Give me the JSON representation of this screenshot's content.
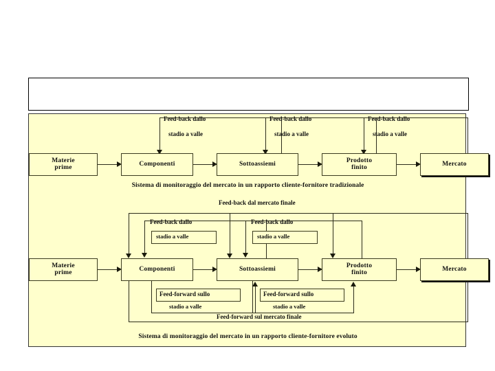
{
  "slide": {
    "title": "",
    "background_color": "#ffffff",
    "panel_color": "#ffffcc",
    "border_color": "#3a3a1e"
  },
  "diagram_top": {
    "caption": "Sistema di monitoraggio del mercato in un rapporto cliente-fornitore tradizionale",
    "stages": [
      {
        "label_line1": "Materie",
        "label_line2": "prime"
      },
      {
        "label_line1": "Componenti",
        "label_line2": ""
      },
      {
        "label_line1": "Sottoassiemi",
        "label_line2": ""
      },
      {
        "label_line1": "Prodotto",
        "label_line2": "finito"
      },
      {
        "label_line1": "Mercato",
        "label_line2": ""
      }
    ],
    "feedbacks": [
      {
        "line1": "Feed-back dallo",
        "line2": "stadio a valle"
      },
      {
        "line1": "Feed-back dallo",
        "line2": "stadio a valle"
      },
      {
        "line1": "Feed-back dallo",
        "line2": "stadio a valle"
      }
    ]
  },
  "diagram_bottom": {
    "caption": "Sistema di monitoraggio del mercato in un rapporto cliente-fornitore evoluto",
    "market_feedback_label": "Feed-back dal mercato finale",
    "market_feedforward_label": "Feed-forward sul mercato finale",
    "stages": [
      {
        "label_line1": "Materie",
        "label_line2": "prime"
      },
      {
        "label_line1": "Componenti",
        "label_line2": ""
      },
      {
        "label_line1": "Sottoassiemi",
        "label_line2": ""
      },
      {
        "label_line1": "Prodotto",
        "label_line2": "finito"
      },
      {
        "label_line1": "Mercato",
        "label_line2": ""
      }
    ],
    "feedbacks": [
      {
        "line1": "Feed-back dallo",
        "line2": "stadio a valle"
      },
      {
        "line1": "Feed-back dallo",
        "line2": "stadio a valle"
      }
    ],
    "feedforwards": [
      {
        "line1": "Feed-forward sullo",
        "line2": "stadio a valle"
      },
      {
        "line1": "Feed-forward sullo",
        "line2": "stadio a valle"
      }
    ]
  }
}
